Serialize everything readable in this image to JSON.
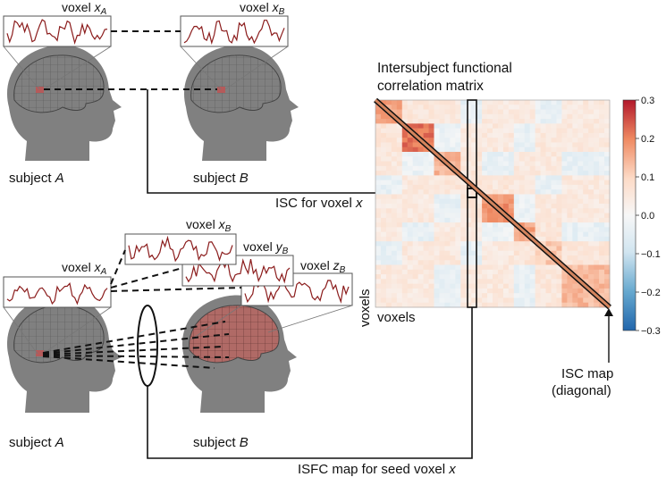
{
  "title": {
    "line1": "Intersubject functional",
    "line2": "correlation matrix"
  },
  "top": {
    "voxel_a": {
      "prefix": "voxel ",
      "var": "x",
      "sub": "A"
    },
    "voxel_b": {
      "prefix": "voxel ",
      "var": "x",
      "sub": "B"
    },
    "subject_a": {
      "prefix": "subject ",
      "var": "A"
    },
    "subject_b": {
      "prefix": "subject ",
      "var": "B"
    }
  },
  "bottom": {
    "voxel_a": {
      "prefix": "voxel ",
      "var": "x",
      "sub": "A"
    },
    "voxel_xb": {
      "prefix": "voxel ",
      "var": "x",
      "sub": "B"
    },
    "voxel_yb": {
      "prefix": "voxel ",
      "var": "y",
      "sub": "B"
    },
    "voxel_zb": {
      "prefix": "voxel ",
      "var": "z",
      "sub": "B"
    },
    "subject_a": {
      "prefix": "subject ",
      "var": "A"
    },
    "subject_b": {
      "prefix": "subject ",
      "var": "B"
    }
  },
  "annotations": {
    "isc_voxel": {
      "text": "ISC for voxel ",
      "var": "x"
    },
    "isfc_map": {
      "text": "ISFC map for seed voxel ",
      "var": "x"
    },
    "isc_map_line1": "ISC map",
    "isc_map_line2": "(diagonal)"
  },
  "matrix": {
    "xlabel": "voxels",
    "ylabel": "voxels",
    "colorbar": {
      "ticks": [
        "0.3",
        "0.2",
        "0.1",
        "0.0",
        "−0.1",
        "−0.2",
        "−0.3"
      ],
      "range": [
        -0.3,
        0.3
      ],
      "colors": [
        "#b2182b",
        "#ef8a62",
        "#fddbc7",
        "#f7f7f7",
        "#d1e5f0",
        "#67a9cf",
        "#2166ac"
      ]
    },
    "blocks": [
      {
        "start": 0.0,
        "end": 0.12,
        "value": 0.17
      },
      {
        "start": 0.12,
        "end": 0.24,
        "value": 0.22
      },
      {
        "start": 0.24,
        "end": 0.36,
        "value": 0.15
      },
      {
        "start": 0.36,
        "end": 0.46,
        "value": 0.06
      },
      {
        "start": 0.46,
        "end": 0.58,
        "value": 0.19
      },
      {
        "start": 0.58,
        "end": 0.68,
        "value": 0.17
      },
      {
        "start": 0.68,
        "end": 0.79,
        "value": 0.12
      },
      {
        "start": 0.79,
        "end": 1.0,
        "value": 0.14
      }
    ]
  },
  "colors": {
    "head": "#808080",
    "brain_fill": "#ffffff",
    "brain_active": "#b06a66",
    "voxel_mark": "#b55a5a",
    "trace": "#8b1c1c"
  }
}
